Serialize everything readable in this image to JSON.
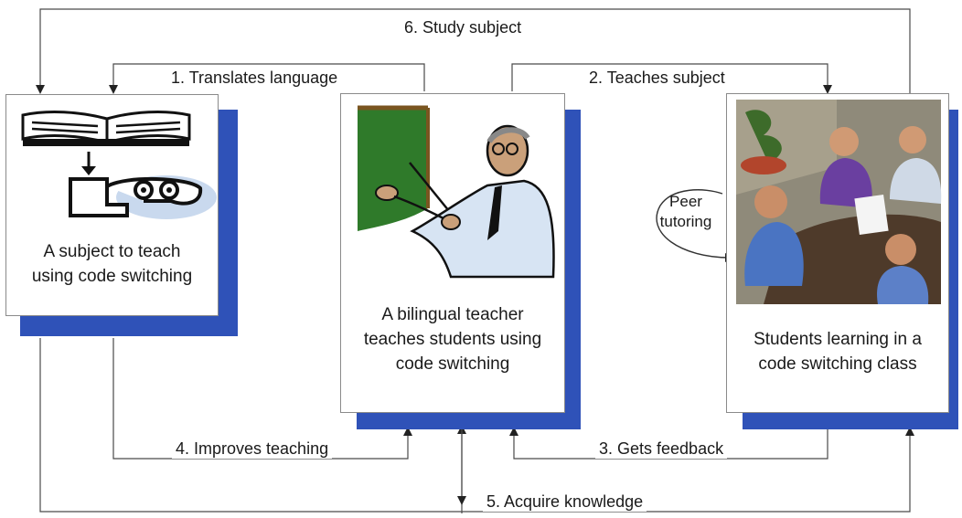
{
  "nodes": {
    "subject": {
      "label": "A subject to teach\nusing code switching",
      "icon": "open-book-and-learner-icon"
    },
    "teacher": {
      "label": "A bilingual teacher\nteaches students using\ncode switching",
      "icon": "teacher-at-board-icon"
    },
    "students": {
      "label": "Students learning in a\ncode switching class",
      "icon": "students-at-table-icon"
    }
  },
  "edges": {
    "translates": "1. Translates language",
    "teaches": "2. Teaches subject",
    "feedback": "3. Gets feedback",
    "improves": "4. Improves teaching",
    "acquire": "5. Acquire knowledge",
    "study": "6. Study subject"
  },
  "peer": {
    "label": "Peer\ntutoring"
  },
  "colors": {
    "shadow": "#2f52b8",
    "line": "#4a4a4a",
    "chalkboard": "#2f7a2a"
  }
}
